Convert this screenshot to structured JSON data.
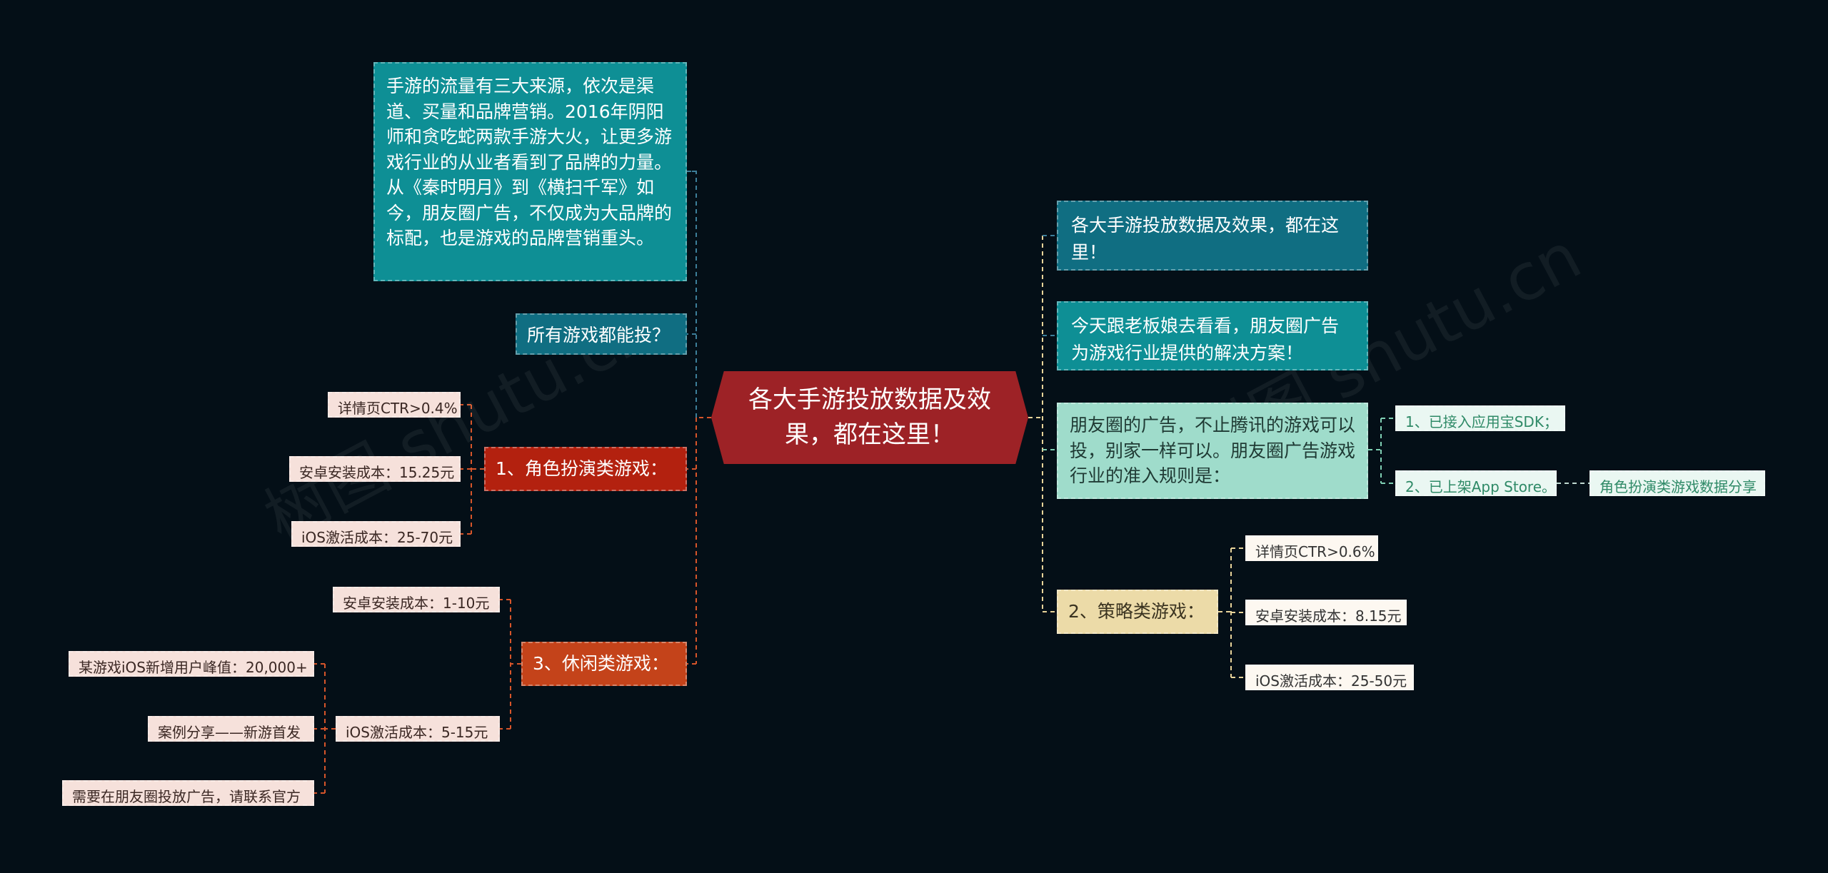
{
  "root": {
    "label": "各大手游投放数据及效果，都在这里！"
  },
  "watermark": "树图 shutu.cn",
  "left": {
    "intro": {
      "text": "手游的流量有三大来源，依次是渠道、买量和品牌营销。2016年阴阳师和贪吃蛇两款手游大火，让更多游戏行业的从业者看到了品牌的力量。从《秦时明月》到《横扫千军》如今，朋友圈广告，不仅成为大品牌的标配，也是游戏的品牌营销重头。"
    },
    "question": {
      "label": "所有游戏都能投？"
    },
    "rpg": {
      "label": "1、角色扮演类游戏：",
      "items": [
        "详情页CTR>0.4%",
        "安卓安装成本：15.25元",
        "iOS激活成本：25-70元"
      ]
    },
    "casual": {
      "label": "3、休闲类游戏：",
      "android": "安卓安装成本：1-10元",
      "ios": "iOS激活成本：5-15元",
      "ios_children": [
        "某游戏iOS新增用户峰值：20,000+",
        "案例分享——新游首发",
        "需要在朋友圈投放广告，请联系官方"
      ]
    }
  },
  "right": {
    "top1": {
      "label": "各大手游投放数据及效果，都在这里！"
    },
    "top2": {
      "label": "今天跟老板娘去看看，朋友圈广告为游戏行业提供的解决方案！"
    },
    "rules": {
      "label": "朋友圈的广告，不止腾讯的游戏可以投，别家一样可以。朋友圈广告游戏行业的准入规则是：",
      "items": [
        "1、已接入应用宝SDK；",
        "2、已上架App Store。"
      ],
      "extra": "角色扮演类游戏数据分享"
    },
    "strategy": {
      "label": "2、策略类游戏：",
      "items": [
        "详情页CTR>0.6%",
        "安卓安装成本：8.15元",
        "iOS激活成本：25-50元"
      ]
    }
  },
  "colors": {
    "background": "#040f17",
    "root": "#9d2226",
    "teal": "#0e8f95",
    "teal_dark": "#106e82",
    "mint": "#9fdccb",
    "sand": "#ecdba8",
    "red": "#b3210f",
    "orange": "#c4431a",
    "line_blue": "#3d7f9a",
    "line_orange": "#d7552a",
    "line_sand": "#e8d49a",
    "line_mint": "#7fd0b4"
  }
}
